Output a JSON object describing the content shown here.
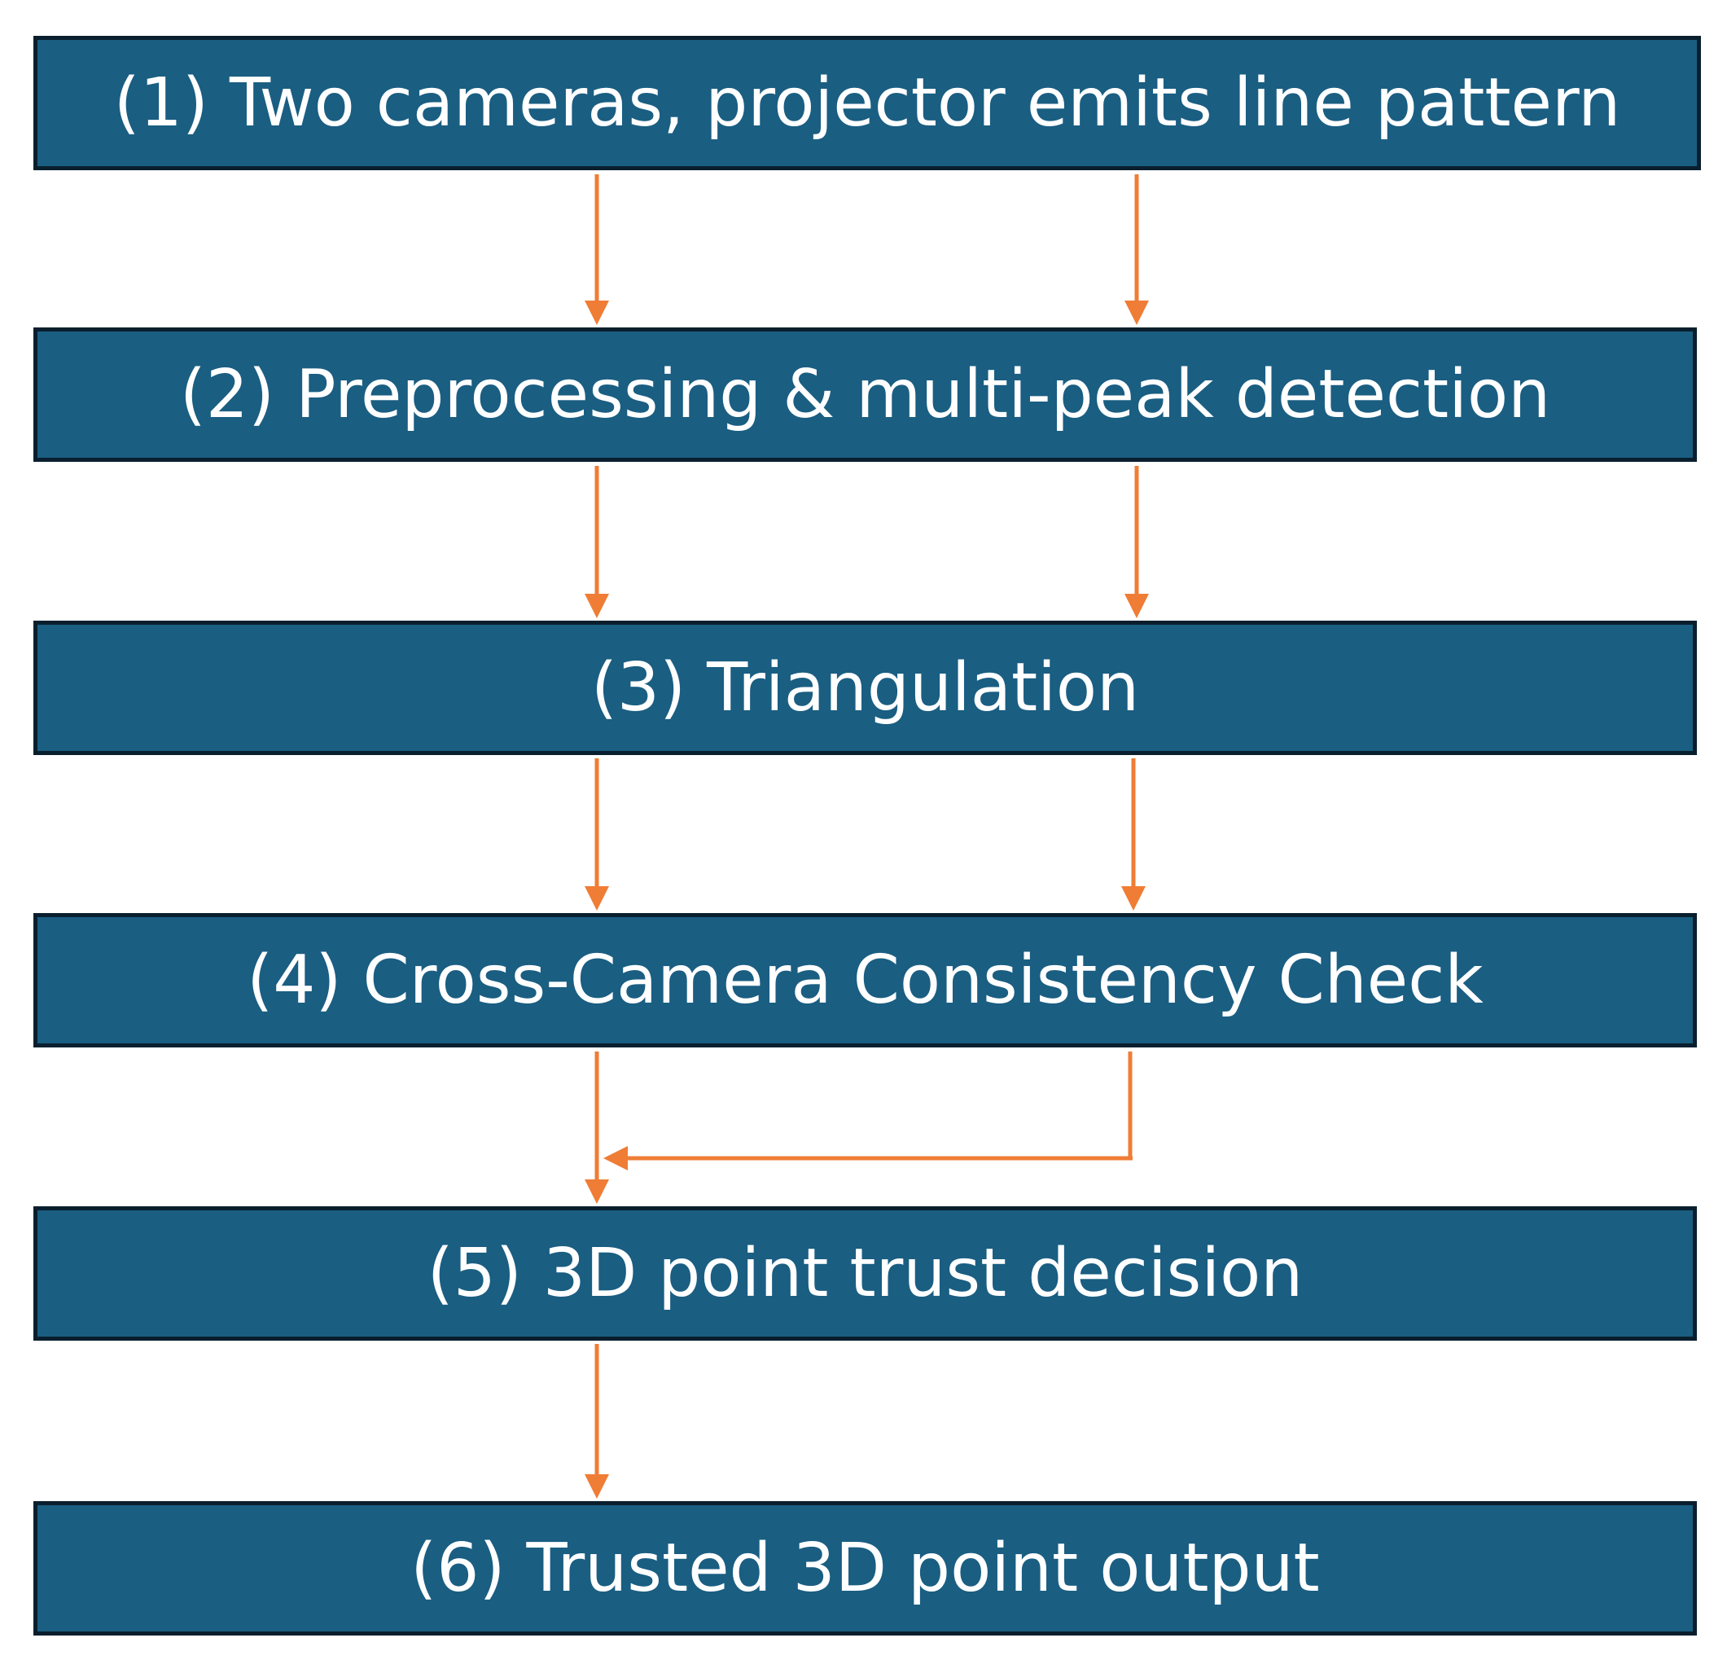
{
  "colors": {
    "box_fill": "#1a5e82",
    "box_border": "#0a1f2e",
    "box_text": "#ffffff",
    "arrow": "#ef7d35",
    "background": "#ffffff"
  },
  "steps": [
    {
      "label": "(1) Two cameras, projector emits line pattern"
    },
    {
      "label": "(2) Preprocessing & multi-peak detection"
    },
    {
      "label": "(3) Triangulation"
    },
    {
      "label": "(4) Cross-Camera Consistency Check"
    },
    {
      "label": "(5) 3D point trust decision"
    },
    {
      "label": "(6) Trusted 3D point output"
    }
  ],
  "connections": [
    {
      "from": 1,
      "to": 2,
      "paths": 2
    },
    {
      "from": 2,
      "to": 3,
      "paths": 2
    },
    {
      "from": 3,
      "to": 4,
      "paths": 2
    },
    {
      "from": 4,
      "to": 5,
      "paths": 2,
      "merge": true
    },
    {
      "from": 5,
      "to": 6,
      "paths": 1
    }
  ]
}
